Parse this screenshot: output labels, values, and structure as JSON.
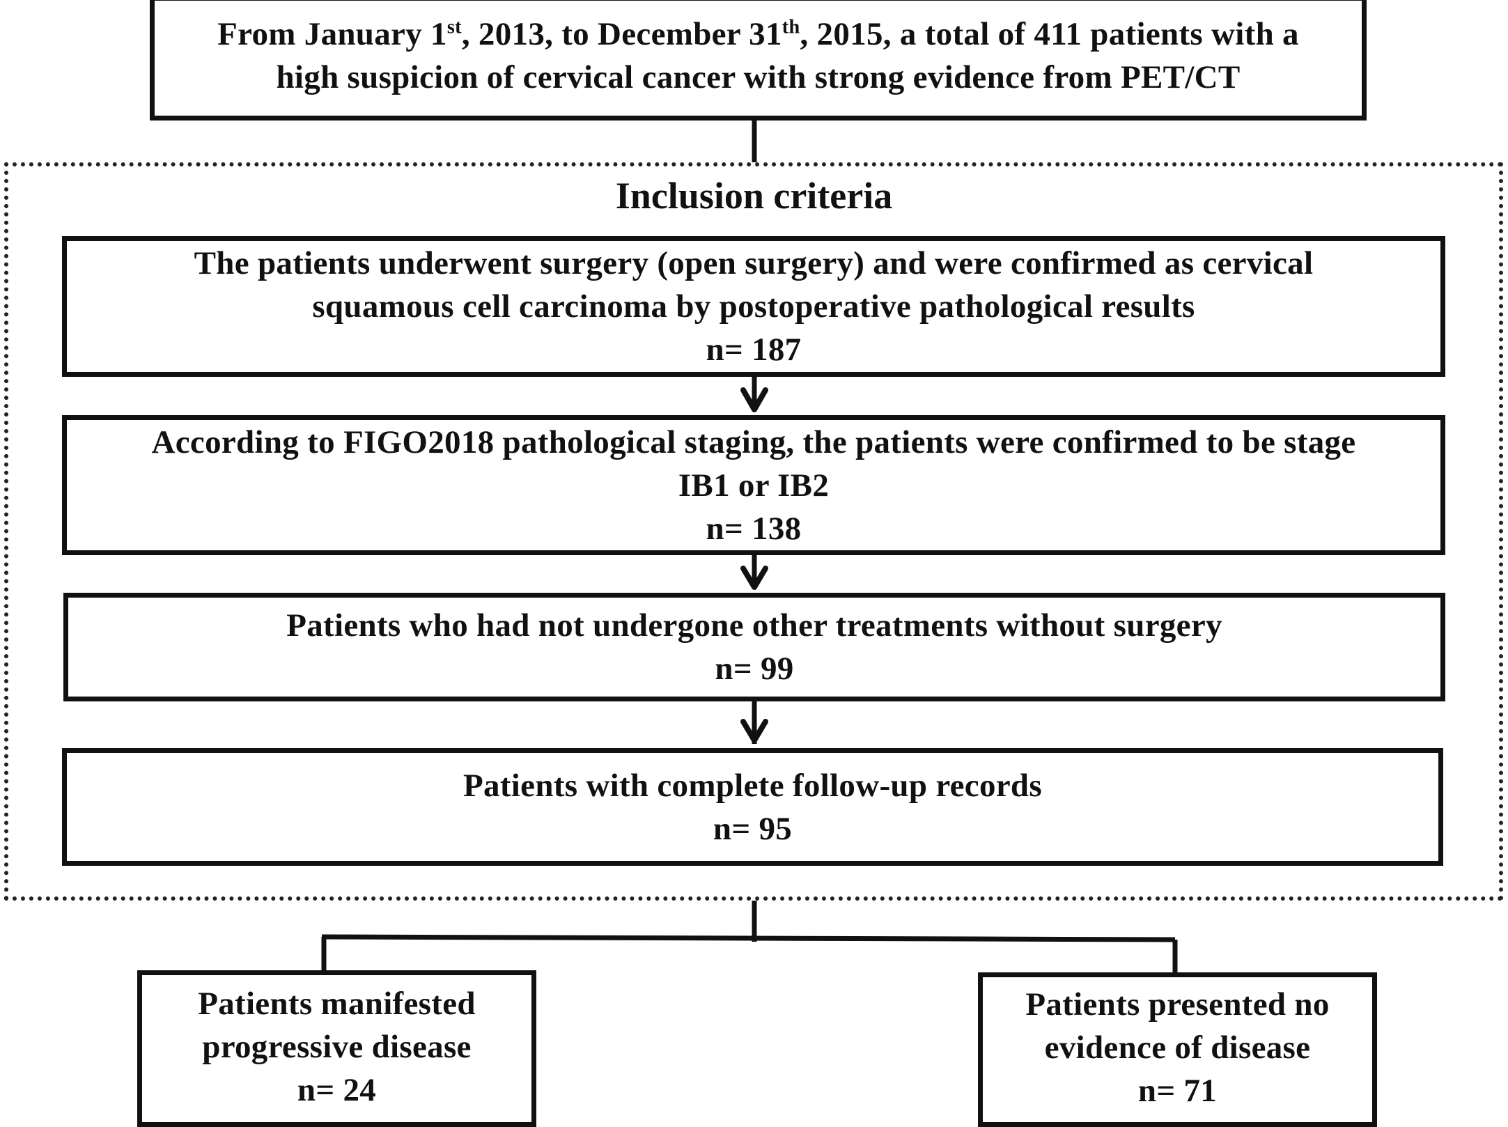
{
  "top_box": {
    "line1_pre": "From January 1",
    "line1_sup1": "st",
    "line1_mid": ", 2013, to December 31",
    "line1_sup2": "th",
    "line1_post": ", 2015, a total of 411 patients with a",
    "line2": "high suspicion of cervical cancer with strong evidence from PET/CT"
  },
  "inclusion": {
    "title": "Inclusion criteria",
    "steps": [
      {
        "lines": [
          "The patients underwent surgery (open surgery)  and were confirmed as cervical",
          "squamous cell carcinoma by postoperative pathological results"
        ],
        "count": "n= 187"
      },
      {
        "lines": [
          "According to FIGO2018 pathological staging, the patients were confirmed to be stage",
          "IB1 or IB2"
        ],
        "count": "n= 138"
      },
      {
        "lines": [
          "Patients who had not undergone other treatments without surgery"
        ],
        "count": "n= 99"
      },
      {
        "lines": [
          "Patients with complete follow-up records"
        ],
        "count": "n= 95"
      }
    ]
  },
  "outcomes": {
    "left": {
      "lines": [
        "Patients manifested",
        "progressive disease"
      ],
      "count": "n= 24"
    },
    "right": {
      "lines": [
        "Patients presented no",
        "evidence of disease"
      ],
      "count": "n= 71"
    }
  },
  "colors": {
    "stroke": "#111111",
    "background": "#ffffff"
  }
}
